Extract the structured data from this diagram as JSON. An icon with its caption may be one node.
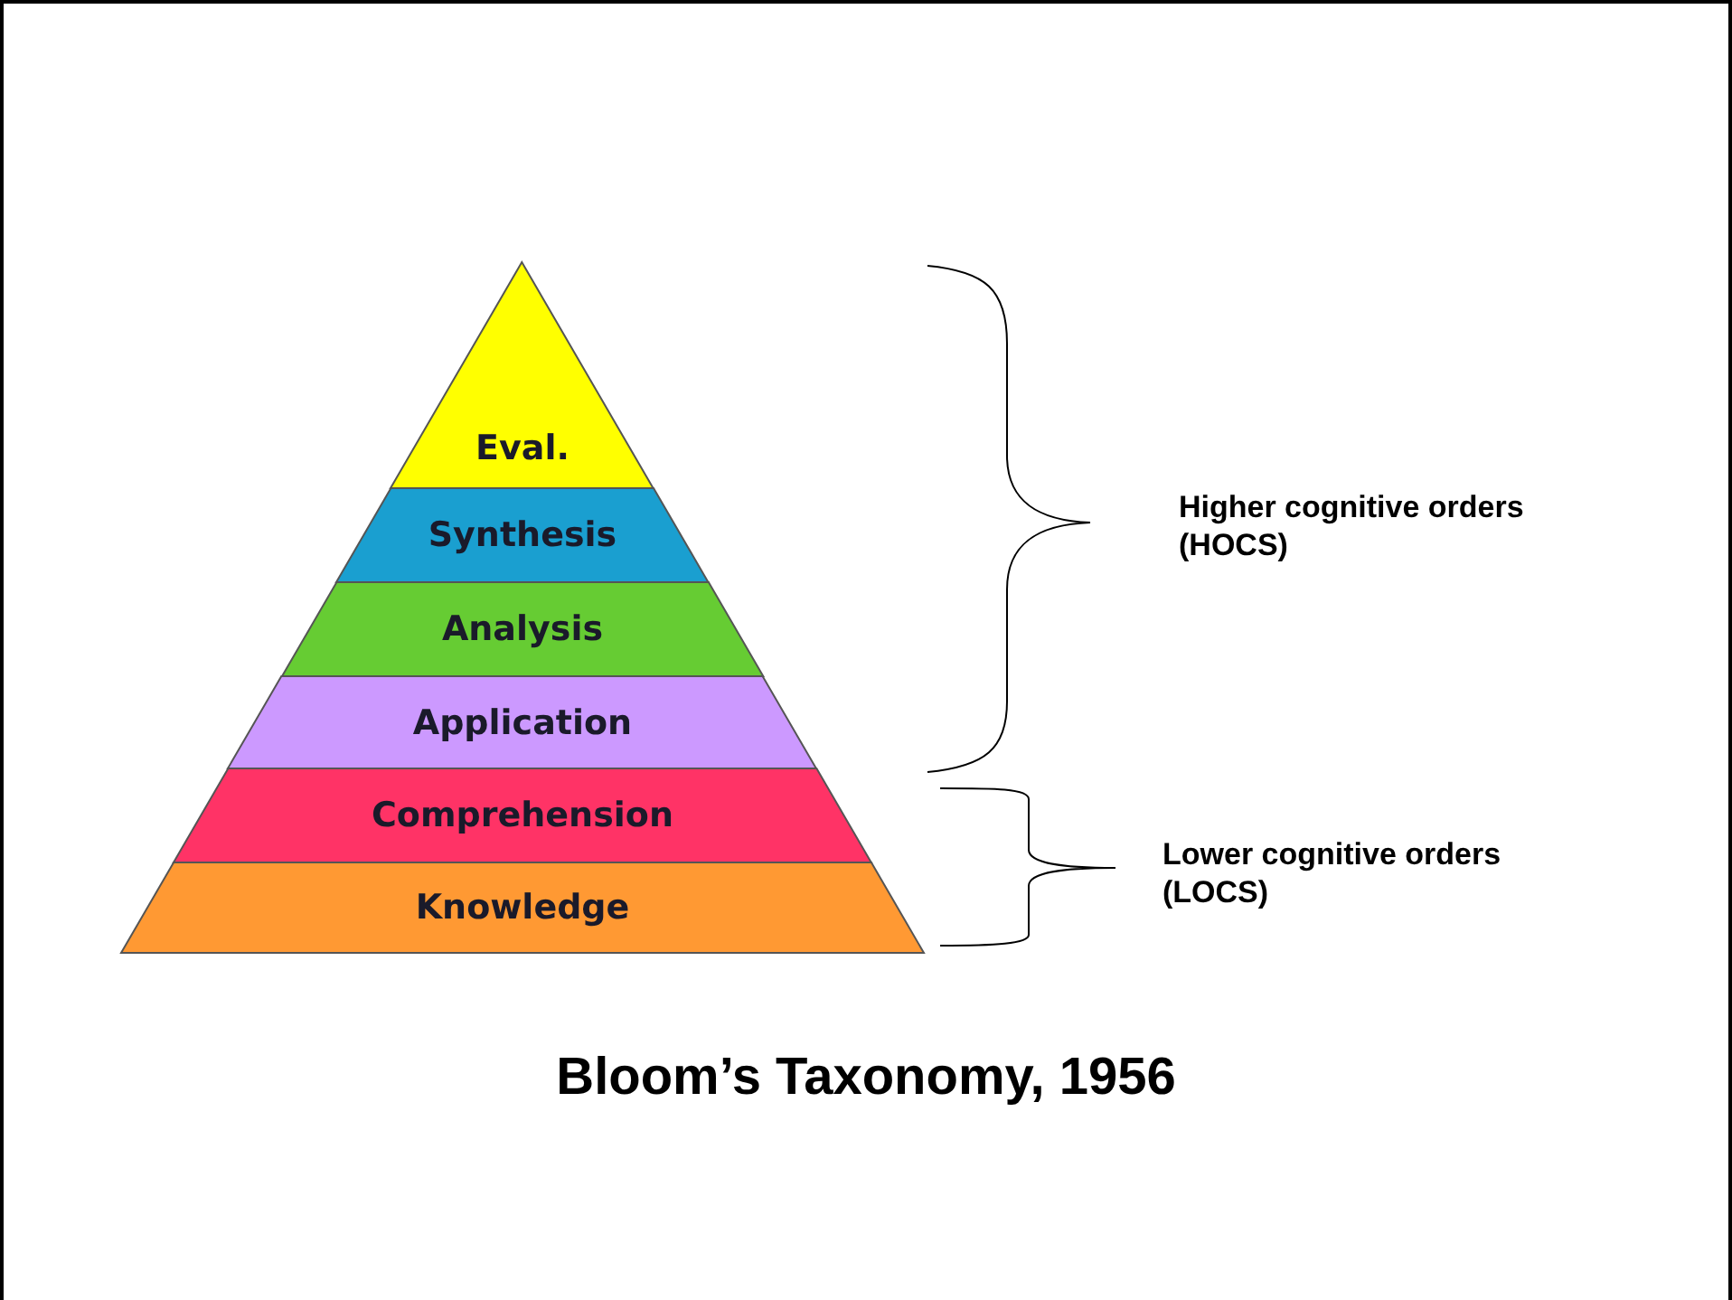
{
  "diagram": {
    "caption": "Bloom’s Taxonomy, 1956",
    "nodes": [
      {
        "text": [
          "Eval."
        ]
      },
      {
        "text": [
          "Synthesis"
        ]
      },
      {
        "text": [
          "Analysis"
        ]
      },
      {
        "text": [
          "Application"
        ]
      },
      {
        "text": [
          "Comprehension"
        ]
      },
      {
        "text": [
          "Knowledge"
        ]
      }
    ],
    "labels": [
      "Higher cognitive orders (HOCS)",
      "Lower cognitive orders (LOCS)"
    ]
  }
}
